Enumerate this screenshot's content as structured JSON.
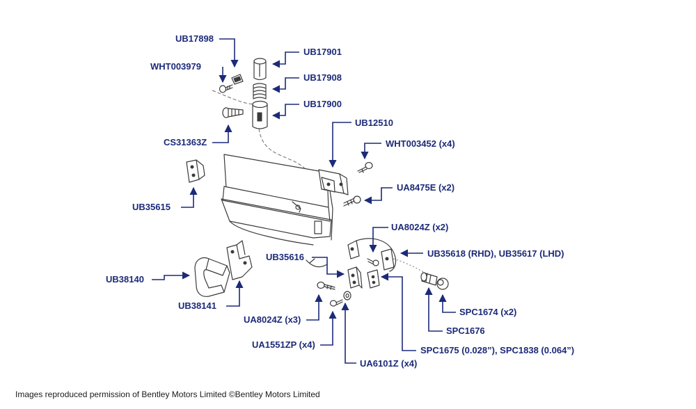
{
  "diagram": {
    "labels": {
      "ub17898": "UB17898",
      "wht003979": "WHT003979",
      "ub17901": "UB17901",
      "ub17908": "UB17908",
      "ub17900": "UB17900",
      "cs31363z": "CS31363Z",
      "ub12510": "UB12510",
      "wht003452": "WHT003452 (x4)",
      "ua8475e": "UA8475E (x2)",
      "ub35615": "UB35615",
      "ua8024z_x2": "UA8024Z (x2)",
      "ub35618": "UB35618 (RHD), UB35617 (LHD)",
      "ub35616": "UB35616",
      "ub38140": "UB38140",
      "ub38141": "UB38141",
      "ua8024z_x3": "UA8024Z (x3)",
      "spc1674": "SPC1674 (x2)",
      "spc1676": "SPC1676",
      "ua1551zp": "UA1551ZP (x4)",
      "spc1675": "SPC1675 (0.028”), SPC1838 (0.064”)",
      "ua6101z": "UA6101Z (x4)"
    },
    "colors": {
      "label": "#1c2a78",
      "sketch": "#3a3a3a"
    }
  },
  "footer": {
    "credit": "Images reproduced permission of Bentley Motors Limited ©Bentley Motors Limited"
  }
}
